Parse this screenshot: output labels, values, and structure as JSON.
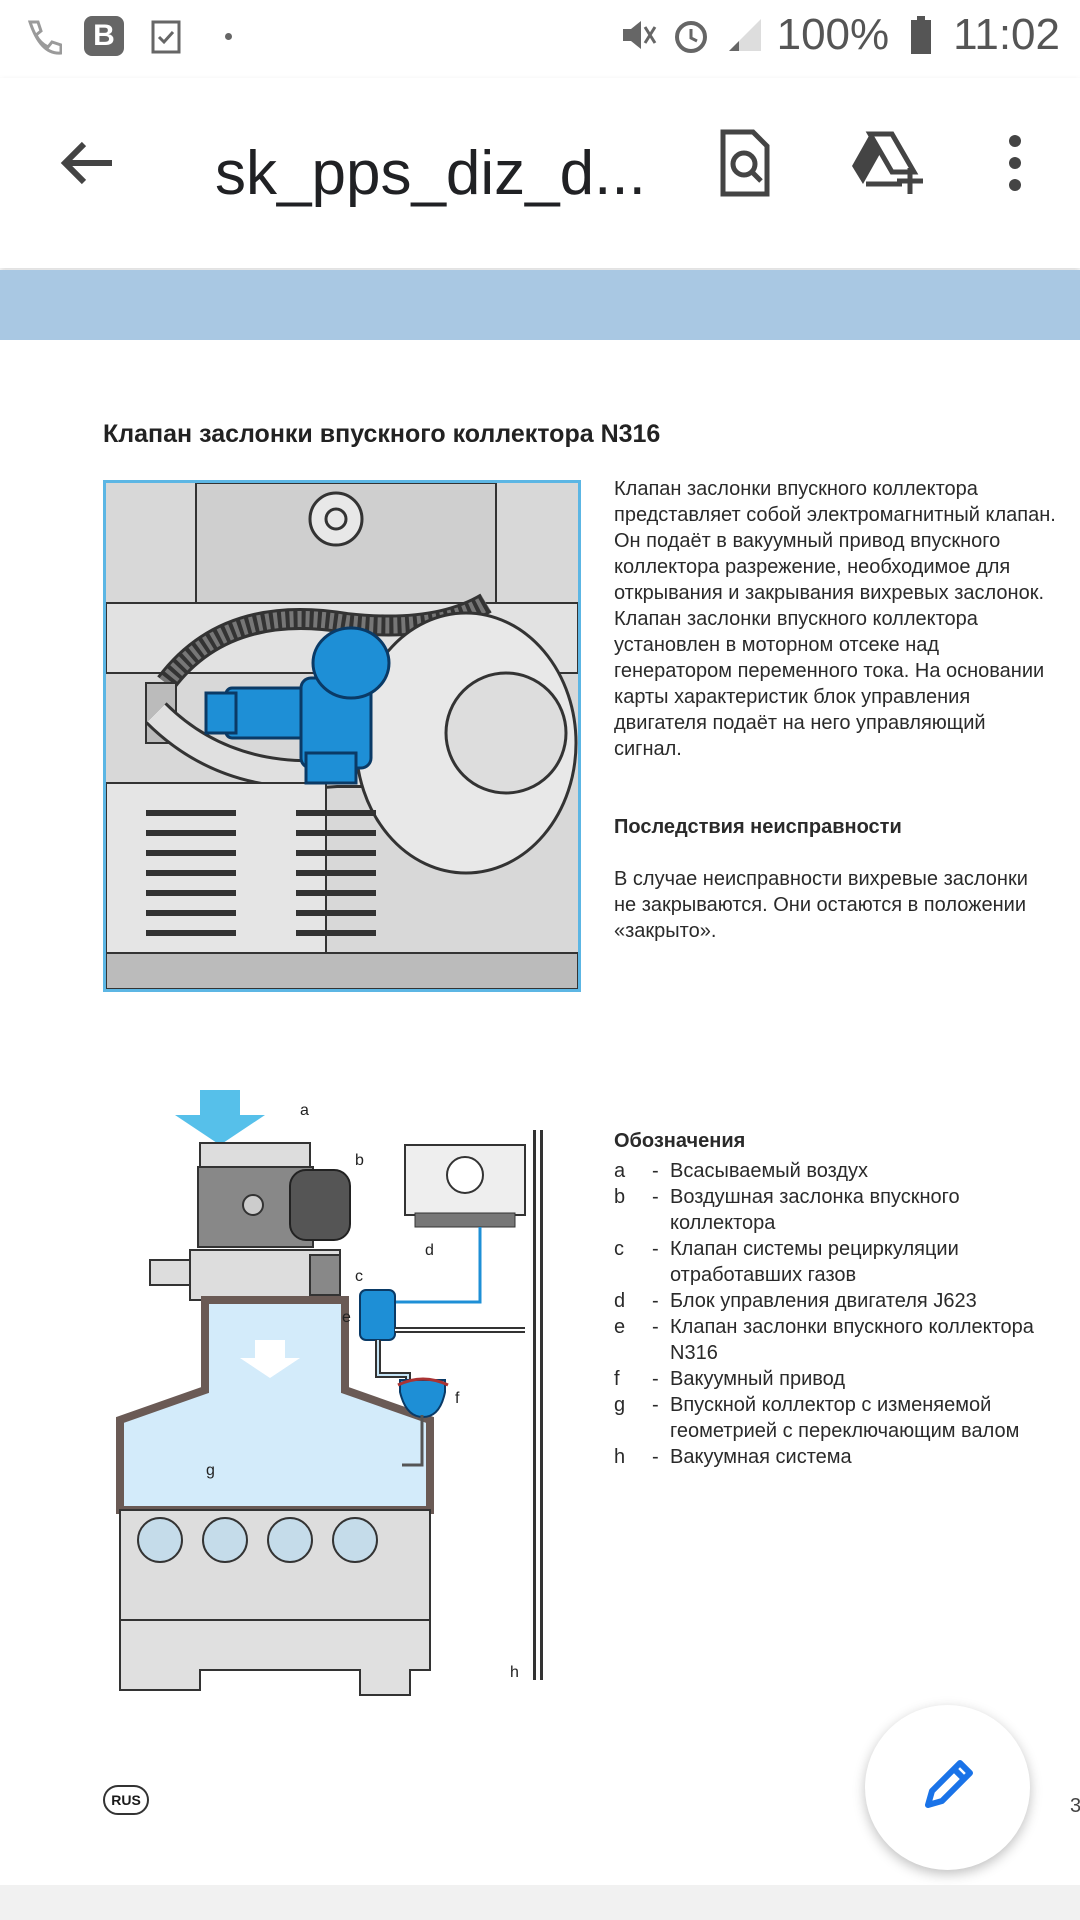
{
  "status_bar": {
    "battery_text": "100%",
    "time": "11:02",
    "icons": [
      "wifi-call-icon",
      "vk-icon",
      "task-icon",
      "dot-icon",
      "mute-icon",
      "alarm-icon",
      "signal-icon",
      "battery-icon"
    ]
  },
  "app_bar": {
    "title": "sk_pps_diz_d...",
    "icons": [
      "back-arrow-icon",
      "search-doc-icon",
      "drive-add-icon",
      "more-vert-icon"
    ]
  },
  "document": {
    "heading": "Клапан заслонки впускного коллектора N316",
    "description_lines": [
      "Клапан заслонки впускного коллектора",
      "представляет собой электромагнитный клапан.",
      "Он подаёт в вакуумный привод впускного",
      "коллектора разрежение, необходимое для",
      "открывания и закрывания вихревых заслонок.",
      "Клапан заслонки впускного коллектора",
      "установлен в моторном отсеке над",
      "генератором переменного тока. На основании",
      "карты характеристик блок управления",
      "двигателя подаёт на него управляющий",
      "сигнал."
    ],
    "consequences_title": "Последствия неисправности",
    "consequences_lines": [
      "В случае неисправности вихревые заслонки",
      "не закрываются. Они остаются в положении",
      "«закрыто»."
    ],
    "legend_title": "Обозначения",
    "legend": [
      {
        "letter": "a",
        "lines": [
          "Всасываемый воздух"
        ]
      },
      {
        "letter": "b",
        "lines": [
          "Воздушная заслонка впускного",
          "коллектора"
        ]
      },
      {
        "letter": "c",
        "lines": [
          "Клапан системы рециркуляции",
          "отработавших газов"
        ]
      },
      {
        "letter": "d",
        "lines": [
          "Блок управления двигателя J623"
        ]
      },
      {
        "letter": "e",
        "lines": [
          "Клапан заслонки впускного коллектора",
          "N316"
        ]
      },
      {
        "letter": "f",
        "lines": [
          "Вакуумный привод"
        ]
      },
      {
        "letter": "g",
        "lines": [
          "Впускной коллектор с изменяемой",
          "геометрией с переключающим валом"
        ]
      },
      {
        "letter": "h",
        "lines": [
          "Вакуумная система"
        ]
      }
    ],
    "diagram_labels": {
      "a": "a",
      "b": "b",
      "c": "c",
      "d": "d",
      "e": "e",
      "f": "f",
      "g": "g",
      "h": "h"
    },
    "rus_badge": "RUS",
    "page_number": "3"
  },
  "fab": {
    "icon": "pencil-icon"
  },
  "colors": {
    "band": "#a9c8e3",
    "accent_blue": "#1a73e8",
    "part_blue": "#1e8fd6"
  }
}
